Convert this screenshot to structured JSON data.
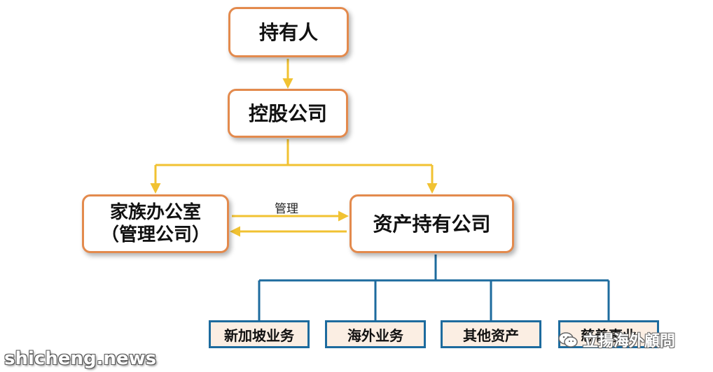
{
  "colors": {
    "connector_yellow": "#f1c232",
    "connector_blue": "#1d6b9e",
    "box_border": "#e38a4d",
    "leaf_fill": "#fbeee3"
  },
  "nodes": {
    "owner": "持有人",
    "holding_company": "控股公司",
    "family_office_line1": "家族办公室",
    "family_office_line2": "（管理公司）",
    "asset_holding_company": "资产持有公司"
  },
  "edge_label": "管理",
  "children": [
    "新加坡业务",
    "海外业务",
    "其他资产",
    "慈善事业"
  ],
  "watermarks": {
    "left": "shicheng.news",
    "right": "立揚海外顧問",
    "right_icon": "wechat-icon"
  }
}
